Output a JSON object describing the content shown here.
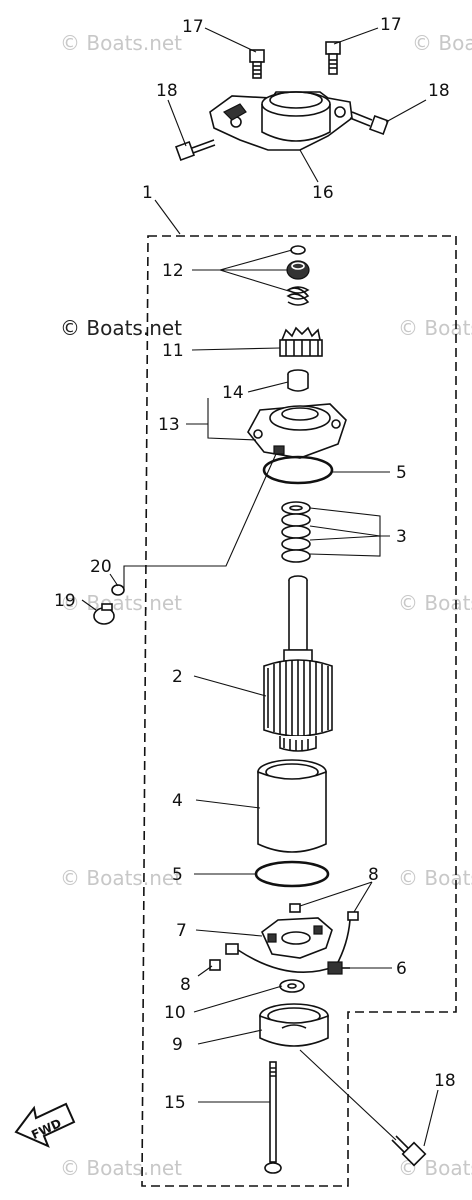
{
  "watermark": "© Boats.net",
  "direction_label": "FWD",
  "callouts": [
    {
      "id": "c17a",
      "text": "17"
    },
    {
      "id": "c17b",
      "text": "17"
    },
    {
      "id": "c18a",
      "text": "18"
    },
    {
      "id": "c18b",
      "text": "18"
    },
    {
      "id": "c16",
      "text": "16"
    },
    {
      "id": "c1",
      "text": "1"
    },
    {
      "id": "c12",
      "text": "12"
    },
    {
      "id": "c11",
      "text": "11"
    },
    {
      "id": "c14",
      "text": "14"
    },
    {
      "id": "c13",
      "text": "13"
    },
    {
      "id": "c5a",
      "text": "5"
    },
    {
      "id": "c3",
      "text": "3"
    },
    {
      "id": "c20",
      "text": "20"
    },
    {
      "id": "c19",
      "text": "19"
    },
    {
      "id": "c2",
      "text": "2"
    },
    {
      "id": "c4",
      "text": "4"
    },
    {
      "id": "c5b",
      "text": "5"
    },
    {
      "id": "c8a",
      "text": "8"
    },
    {
      "id": "c7",
      "text": "7"
    },
    {
      "id": "c6",
      "text": "6"
    },
    {
      "id": "c8b",
      "text": "8"
    },
    {
      "id": "c10",
      "text": "10"
    },
    {
      "id": "c9",
      "text": "9"
    },
    {
      "id": "c18c",
      "text": "18"
    },
    {
      "id": "c15",
      "text": "15"
    }
  ]
}
